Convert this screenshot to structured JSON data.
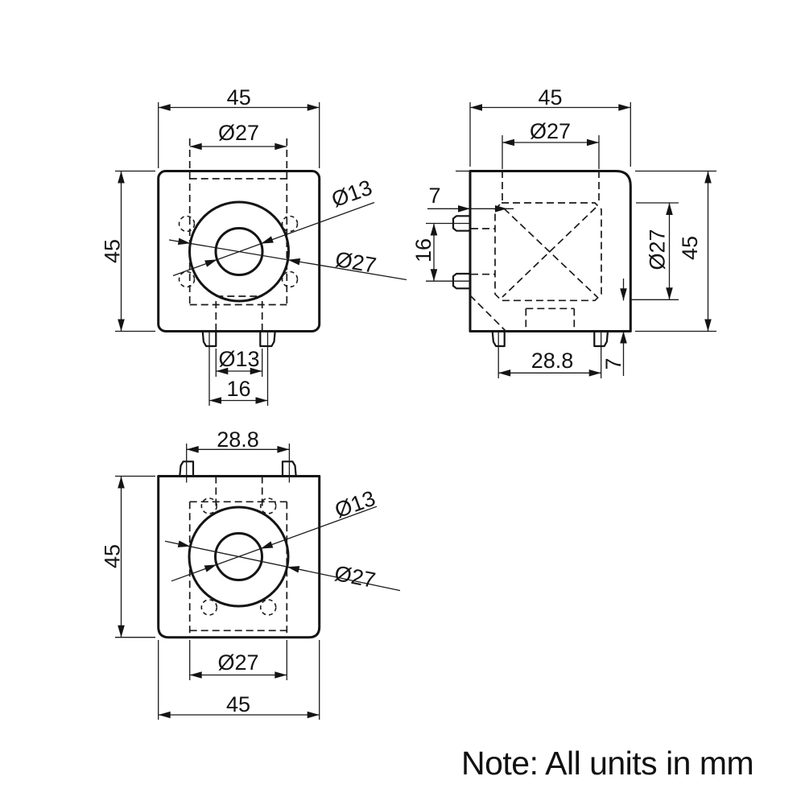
{
  "note": "Note: All units in mm",
  "front_view": {
    "width_top": "45",
    "height_left": "45",
    "counterbore_top": "Ø27",
    "hole_leader": "Ø13",
    "counterbore_leader": "Ø27",
    "slot_hole_bottom": "Ø13",
    "tab_spacing_bottom": "16"
  },
  "side_view": {
    "width_top": "45",
    "counterbore_top": "Ø27",
    "depth_left": "7",
    "tab_spacing_left": "16",
    "counterbore_right": "Ø27",
    "height_right": "45",
    "tab_spacing_bottom": "28.8",
    "depth_bottom": "7"
  },
  "bottom_view": {
    "tab_spacing_top": "28.8",
    "height_left": "45",
    "hole_leader": "Ø13",
    "counterbore_leader": "Ø27",
    "counterbore_bottom": "Ø27",
    "width_bottom": "45"
  }
}
